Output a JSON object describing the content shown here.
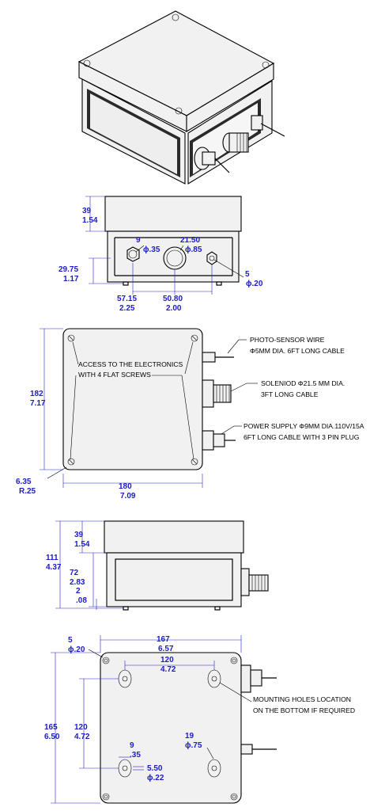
{
  "dimensions": {
    "front_lid_height": {
      "mm": "39",
      "in": "1.54"
    },
    "front_hole_small": {
      "mm": "9",
      "in": "ϕ.35"
    },
    "front_hole_large": {
      "mm": "21.50",
      "in": "ϕ.85"
    },
    "front_hole_tiny": {
      "mm": "5",
      "in": "ϕ.20"
    },
    "front_hole_height": {
      "mm": "29.75",
      "in": "1.17"
    },
    "front_spacing_left": {
      "mm": "57.15",
      "in": "2.25"
    },
    "front_spacing_right": {
      "mm": "50.80",
      "in": "2.00"
    },
    "top_height": {
      "mm": "182",
      "in": "7.17"
    },
    "top_corner_radius": {
      "mm": "6.35",
      "in": "R.25"
    },
    "top_width": {
      "mm": "180",
      "in": "7.09"
    },
    "side_lid_height": {
      "mm": "39",
      "in": "1.54"
    },
    "side_total_height": {
      "mm": "111",
      "in": "4.37"
    },
    "side_body_height": {
      "mm": "72",
      "in": "2.83"
    },
    "side_foot_height": {
      "mm": "2",
      "in": ".08"
    },
    "bottom_corner_hole": {
      "mm": "5",
      "in": "ϕ.20"
    },
    "bottom_width": {
      "mm": "167",
      "in": "6.57"
    },
    "bottom_hole_spacing_x": {
      "mm": "120",
      "in": "4.72"
    },
    "bottom_height": {
      "mm": "165",
      "in": "6.50"
    },
    "bottom_hole_spacing_y": {
      "mm": "120",
      "in": "4.72"
    },
    "bottom_slot_width": {
      "mm": "9",
      "in": ".35"
    },
    "bottom_slot_hole": {
      "mm": "5.50",
      "in": "ϕ.22"
    },
    "bottom_slot_length": {
      "mm": "19",
      "in": "ϕ.75"
    }
  },
  "notes": {
    "access_line1": "ACCESS TO THE ELECTRONICS",
    "access_line2": "WITH 4 FLAT SCREWS",
    "photo_line1": "PHOTO-SENSOR WIRE",
    "photo_line2": "Φ5MM DIA. 6FT LONG CABLE",
    "solenoid_line1": "SOLENIOD Φ21.5 MM DIA.",
    "solenoid_line2": "3FT LONG CABLE",
    "power_line1": "POWER SUPPLY Φ9MM DIA.110V/15A",
    "power_line2": "6FT LONG CABLE WITH 3 PIN PLUG",
    "mounting_line1": "MOUNTING HOLES LOCATION",
    "mounting_line2": "ON THE BOTTOM IF REQUIRED"
  }
}
